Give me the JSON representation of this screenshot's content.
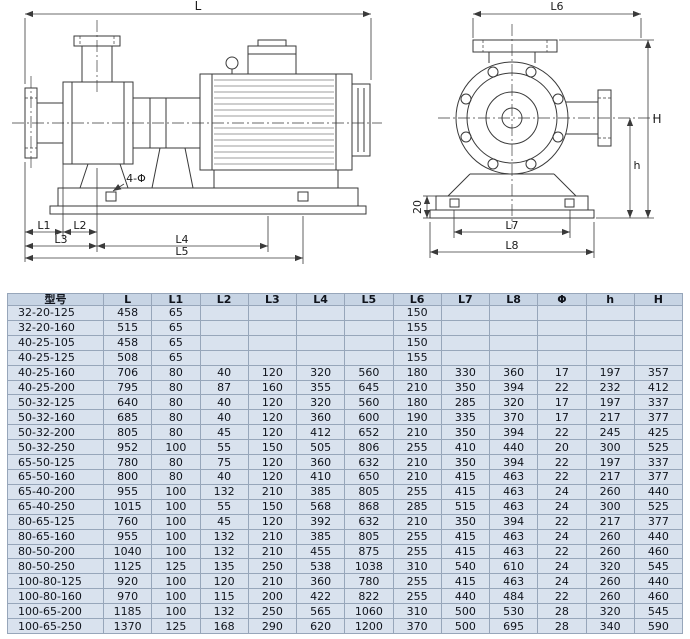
{
  "drawing": {
    "side_view": {
      "dim_L": "L",
      "dim_L1": "L1",
      "dim_L2": "L2",
      "dim_L3": "L3",
      "dim_L4": "L4",
      "dim_L5": "L5",
      "holes_label": "4-Φ"
    },
    "front_view": {
      "dim_L6": "L6",
      "dim_L7": "L7",
      "dim_L8": "L8",
      "dim_H": "H",
      "dim_h": "h",
      "dim_20": "20"
    }
  },
  "table": {
    "headers": [
      "型号",
      "L",
      "L1",
      "L2",
      "L3",
      "L4",
      "L5",
      "L6",
      "L7",
      "L8",
      "Φ",
      "h",
      "H"
    ],
    "rows": [
      [
        "32-20-125",
        "458",
        "65",
        "",
        "",
        "",
        "",
        "150",
        "",
        "",
        "",
        "",
        ""
      ],
      [
        "32-20-160",
        "515",
        "65",
        "",
        "",
        "",
        "",
        "155",
        "",
        "",
        "",
        "",
        ""
      ],
      [
        "40-25-105",
        "458",
        "65",
        "",
        "",
        "",
        "",
        "150",
        "",
        "",
        "",
        "",
        ""
      ],
      [
        "40-25-125",
        "508",
        "65",
        "",
        "",
        "",
        "",
        "155",
        "",
        "",
        "",
        "",
        ""
      ],
      [
        "40-25-160",
        "706",
        "80",
        "40",
        "120",
        "320",
        "560",
        "180",
        "330",
        "360",
        "17",
        "197",
        "357"
      ],
      [
        "40-25-200",
        "795",
        "80",
        "87",
        "160",
        "355",
        "645",
        "210",
        "350",
        "394",
        "22",
        "232",
        "412"
      ],
      [
        "50-32-125",
        "640",
        "80",
        "40",
        "120",
        "320",
        "560",
        "180",
        "285",
        "320",
        "17",
        "197",
        "337"
      ],
      [
        "50-32-160",
        "685",
        "80",
        "40",
        "120",
        "360",
        "600",
        "190",
        "335",
        "370",
        "17",
        "217",
        "377"
      ],
      [
        "50-32-200",
        "805",
        "80",
        "45",
        "120",
        "412",
        "652",
        "210",
        "350",
        "394",
        "22",
        "245",
        "425"
      ],
      [
        "50-32-250",
        "952",
        "100",
        "55",
        "150",
        "505",
        "806",
        "255",
        "410",
        "440",
        "20",
        "300",
        "525"
      ],
      [
        "65-50-125",
        "780",
        "80",
        "75",
        "120",
        "360",
        "632",
        "210",
        "350",
        "394",
        "22",
        "197",
        "337"
      ],
      [
        "65-50-160",
        "800",
        "80",
        "40",
        "120",
        "410",
        "650",
        "210",
        "415",
        "463",
        "22",
        "217",
        "377"
      ],
      [
        "65-40-200",
        "955",
        "100",
        "132",
        "210",
        "385",
        "805",
        "255",
        "415",
        "463",
        "24",
        "260",
        "440"
      ],
      [
        "65-40-250",
        "1015",
        "100",
        "55",
        "150",
        "568",
        "868",
        "285",
        "515",
        "463",
        "24",
        "300",
        "525"
      ],
      [
        "80-65-125",
        "760",
        "100",
        "45",
        "120",
        "392",
        "632",
        "210",
        "350",
        "394",
        "22",
        "217",
        "377"
      ],
      [
        "80-65-160",
        "955",
        "100",
        "132",
        "210",
        "385",
        "805",
        "255",
        "415",
        "463",
        "24",
        "260",
        "440"
      ],
      [
        "80-50-200",
        "1040",
        "100",
        "132",
        "210",
        "455",
        "875",
        "255",
        "415",
        "463",
        "22",
        "260",
        "460"
      ],
      [
        "80-50-250",
        "1125",
        "125",
        "135",
        "250",
        "538",
        "1038",
        "310",
        "540",
        "610",
        "24",
        "320",
        "545"
      ],
      [
        "100-80-125",
        "920",
        "100",
        "120",
        "210",
        "360",
        "780",
        "255",
        "415",
        "463",
        "24",
        "260",
        "440"
      ],
      [
        "100-80-160",
        "970",
        "100",
        "115",
        "200",
        "422",
        "822",
        "255",
        "440",
        "484",
        "22",
        "260",
        "460"
      ],
      [
        "100-65-200",
        "1185",
        "100",
        "132",
        "250",
        "565",
        "1060",
        "310",
        "500",
        "530",
        "28",
        "320",
        "545"
      ],
      [
        "100-65-250",
        "1370",
        "125",
        "168",
        "290",
        "620",
        "1200",
        "370",
        "500",
        "695",
        "28",
        "340",
        "590"
      ]
    ]
  },
  "colors": {
    "table_cell_bg": "#d9e2ee",
    "table_header_bg": "#c7d4e4",
    "table_border": "#97a6ba",
    "table_text": "#10141c",
    "line_color": "#3a3a3a"
  }
}
